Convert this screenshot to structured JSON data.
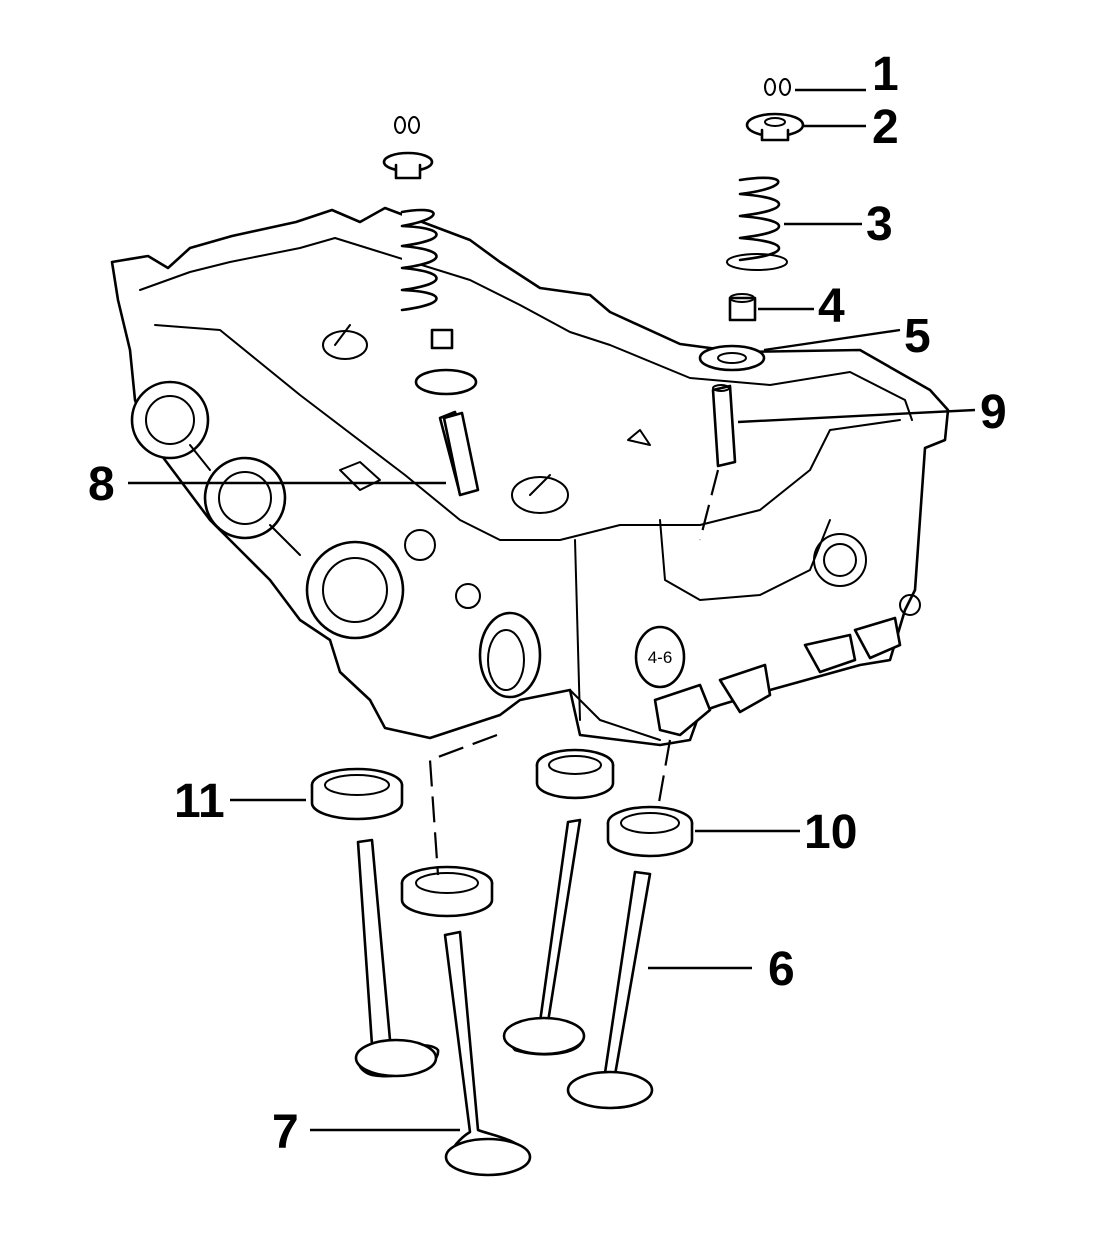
{
  "callouts": [
    {
      "id": "1",
      "label": "1"
    },
    {
      "id": "2",
      "label": "2"
    },
    {
      "id": "3",
      "label": "3"
    },
    {
      "id": "4",
      "label": "4"
    },
    {
      "id": "5",
      "label": "5"
    },
    {
      "id": "6",
      "label": "6"
    },
    {
      "id": "7",
      "label": "7"
    },
    {
      "id": "8",
      "label": "8"
    },
    {
      "id": "9",
      "label": "9"
    },
    {
      "id": "10",
      "label": "10"
    },
    {
      "id": "11",
      "label": "11"
    }
  ],
  "casting_mark": "4-6"
}
